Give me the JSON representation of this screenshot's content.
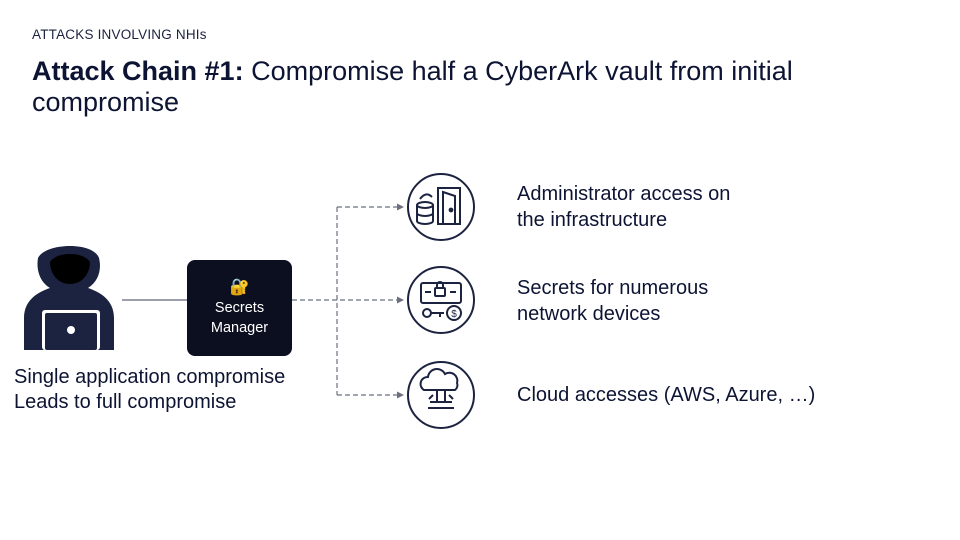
{
  "section_label": "ATTACKS INVOLVING NHIs",
  "title": {
    "bold": "Attack Chain #1:",
    "rest": " Compromise half a CyberArk vault from initial compromise"
  },
  "secrets_manager": {
    "line1": "Secrets",
    "line2": "Manager",
    "icon": "lock-icon"
  },
  "caption": {
    "line1": "Single application compromise",
    "line2": "Leads to full compromise"
  },
  "outcomes": [
    {
      "icon": "database-door-icon",
      "line1": "Administrator access on",
      "line2": "the infrastructure"
    },
    {
      "icon": "network-device-secrets-icon",
      "line1": "Secrets for numerous",
      "line2": "network devices"
    },
    {
      "icon": "cloud-attack-icon",
      "line1": "Cloud accesses (AWS, Azure, …)",
      "line2": ""
    }
  ],
  "colors": {
    "navy": "#1c2340",
    "box": "#0b0f1f",
    "connector": "#6b7080"
  }
}
